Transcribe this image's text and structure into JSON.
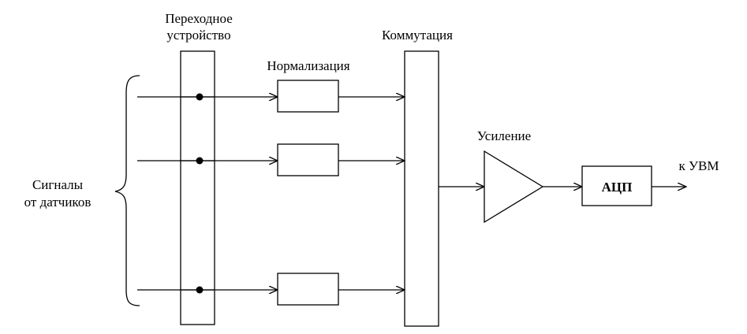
{
  "labels": {
    "transition_line1": "Переходное",
    "transition_line2": "устройство",
    "normalization": "Нормализация",
    "commutation": "Коммутация",
    "amplification": "Усиление",
    "adc": "АЦП",
    "output": "к  УВМ",
    "signals_line1": "Сигналы",
    "signals_line2": "от датчиков"
  },
  "colors": {
    "line": "#000000",
    "background": "#ffffff"
  }
}
